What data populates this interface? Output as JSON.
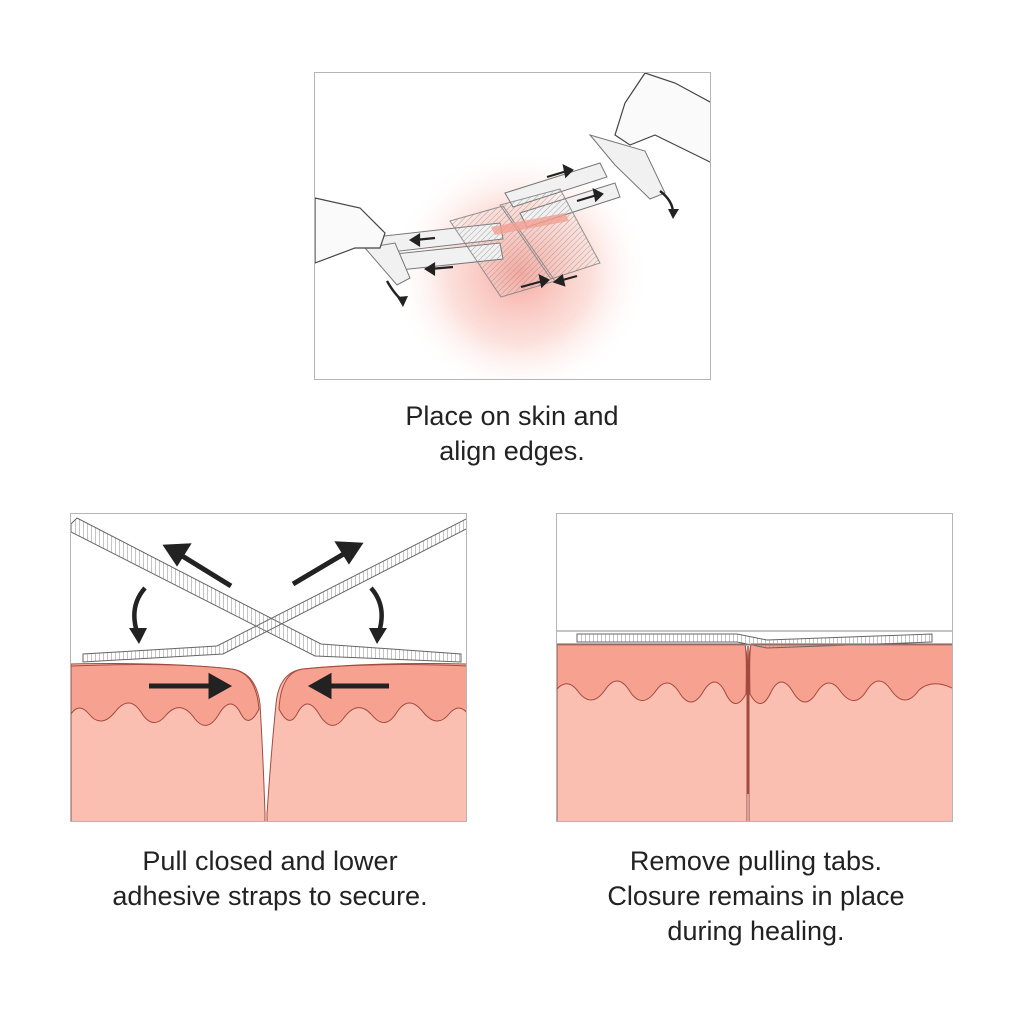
{
  "steps": [
    {
      "lines": [
        "Place on skin and",
        "align edges."
      ]
    },
    {
      "lines": [
        "Pull closed and lower",
        "adhesive straps to secure."
      ]
    },
    {
      "lines": [
        "Remove pulling tabs.",
        "Closure remains in place",
        "during healing."
      ]
    }
  ],
  "colors": {
    "skin_top": "#f7a191",
    "skin_deep": "#fbbfb2",
    "skin_outline": "#a34a3e",
    "strip": "#d9d9d9",
    "arrow": "#222222",
    "panel_border": "#b5b5b5"
  },
  "icons": [
    "hand-left-icon",
    "hand-right-icon",
    "direction-arrow-icon"
  ]
}
